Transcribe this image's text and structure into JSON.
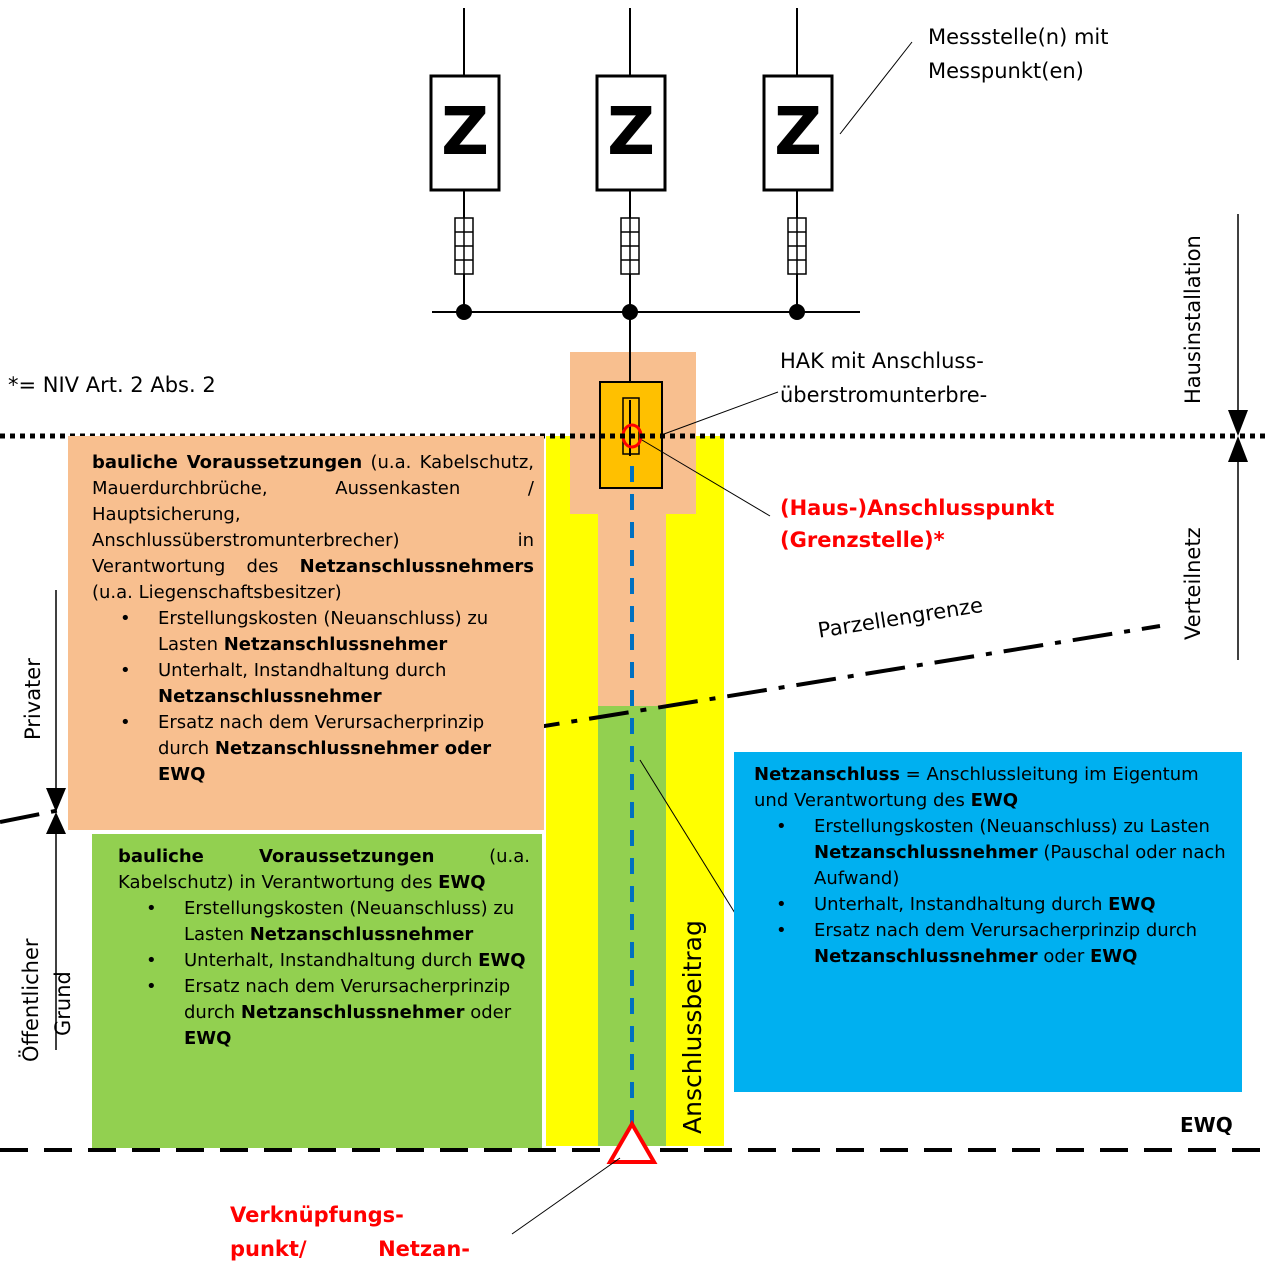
{
  "labels": {
    "meter_label": "Messstelle(n) mit Messpunkt(en)",
    "meter_symbol": "Z",
    "hak_label": "HAK mit Anschluss-überstromunterbre-",
    "niv_note": "*= NIV Art. 2 Abs. 2",
    "connection_point": "(Haus-)Anschlusspunkt (Grenzstelle)*",
    "parcel_boundary": "Parzellengrenze",
    "house_installation": "Hausinstallation",
    "distribution_grid": "Verteilnetz",
    "private": "Privater",
    "public_line1": "Öffentlicher",
    "public_line2": "Grund",
    "connection_fee": "Anschlussbeitrag",
    "ewq": "EWQ",
    "link_point": "Verknüpfungs- punkt/ Netzan-"
  },
  "orange_box": {
    "intro_b1": "bauliche Voraussetzungen",
    "intro_t1": " (u.a. Kabelschutz, Mauerdurchbrüche, Aussenkasten / Hauptsicherung, Anschlussüberstromunterbrecher) in Verantwortung des ",
    "intro_b2": "Netzanschlussnehmers",
    "intro_t2": " (u.a. Liegenschaftsbesitzer)",
    "item1_t": "Erstellungskosten (Neuanschluss) zu Lasten ",
    "item1_b": "Netzanschlussnehmer",
    "item2_t": "Unterhalt, Instandhaltung durch ",
    "item2_b": "Netzanschlussnehmer",
    "item3_t": "Ersatz nach dem Verursacherprinzip durch ",
    "item3_b": "Netzanschlussnehmer oder EWQ"
  },
  "green_box": {
    "intro_b1": "bauliche Voraussetzungen",
    "intro_t1": " (u.a. Kabelschutz) in Verantwortung des ",
    "intro_b2": "EWQ",
    "item1_t": "Erstellungskosten (Neuanschluss) zu Lasten ",
    "item1_b": "Netzanschlussnehmer",
    "item2_t": "Unterhalt, Instandhaltung durch ",
    "item2_b": "EWQ",
    "item3_t": "Ersatz nach dem Verursacherprinzip durch ",
    "item3_b1": "Netzanschlussnehmer",
    "item3_t2": " oder ",
    "item3_b2": "EWQ"
  },
  "blue_box": {
    "intro_b1": "Netzanschluss",
    "intro_t1": " = Anschlussleitung im Eigentum und Verantwortung des ",
    "intro_b2": "EWQ",
    "item1_t": "Erstellungskosten (Neuanschluss) zu Lasten ",
    "item1_b": "Netzanschlussnehmer",
    "item1_t2": " (Pauschal oder nach Aufwand)",
    "item2_t": "Unterhalt, Instandhaltung durch ",
    "item2_b": "EWQ",
    "item3_t": "Ersatz nach dem Verursacherprinzip durch ",
    "item3_b1": "Netzanschlussnehmer",
    "item3_t2": " oder ",
    "item3_b2": "EWQ"
  },
  "colors": {
    "orange": "#f8bf8f",
    "green": "#92d050",
    "blue": "#00b0f0",
    "yellow": "#ffff00",
    "hak_orange": "#ffc000",
    "red": "#ff0000",
    "dashed_blue": "#0070c0"
  }
}
